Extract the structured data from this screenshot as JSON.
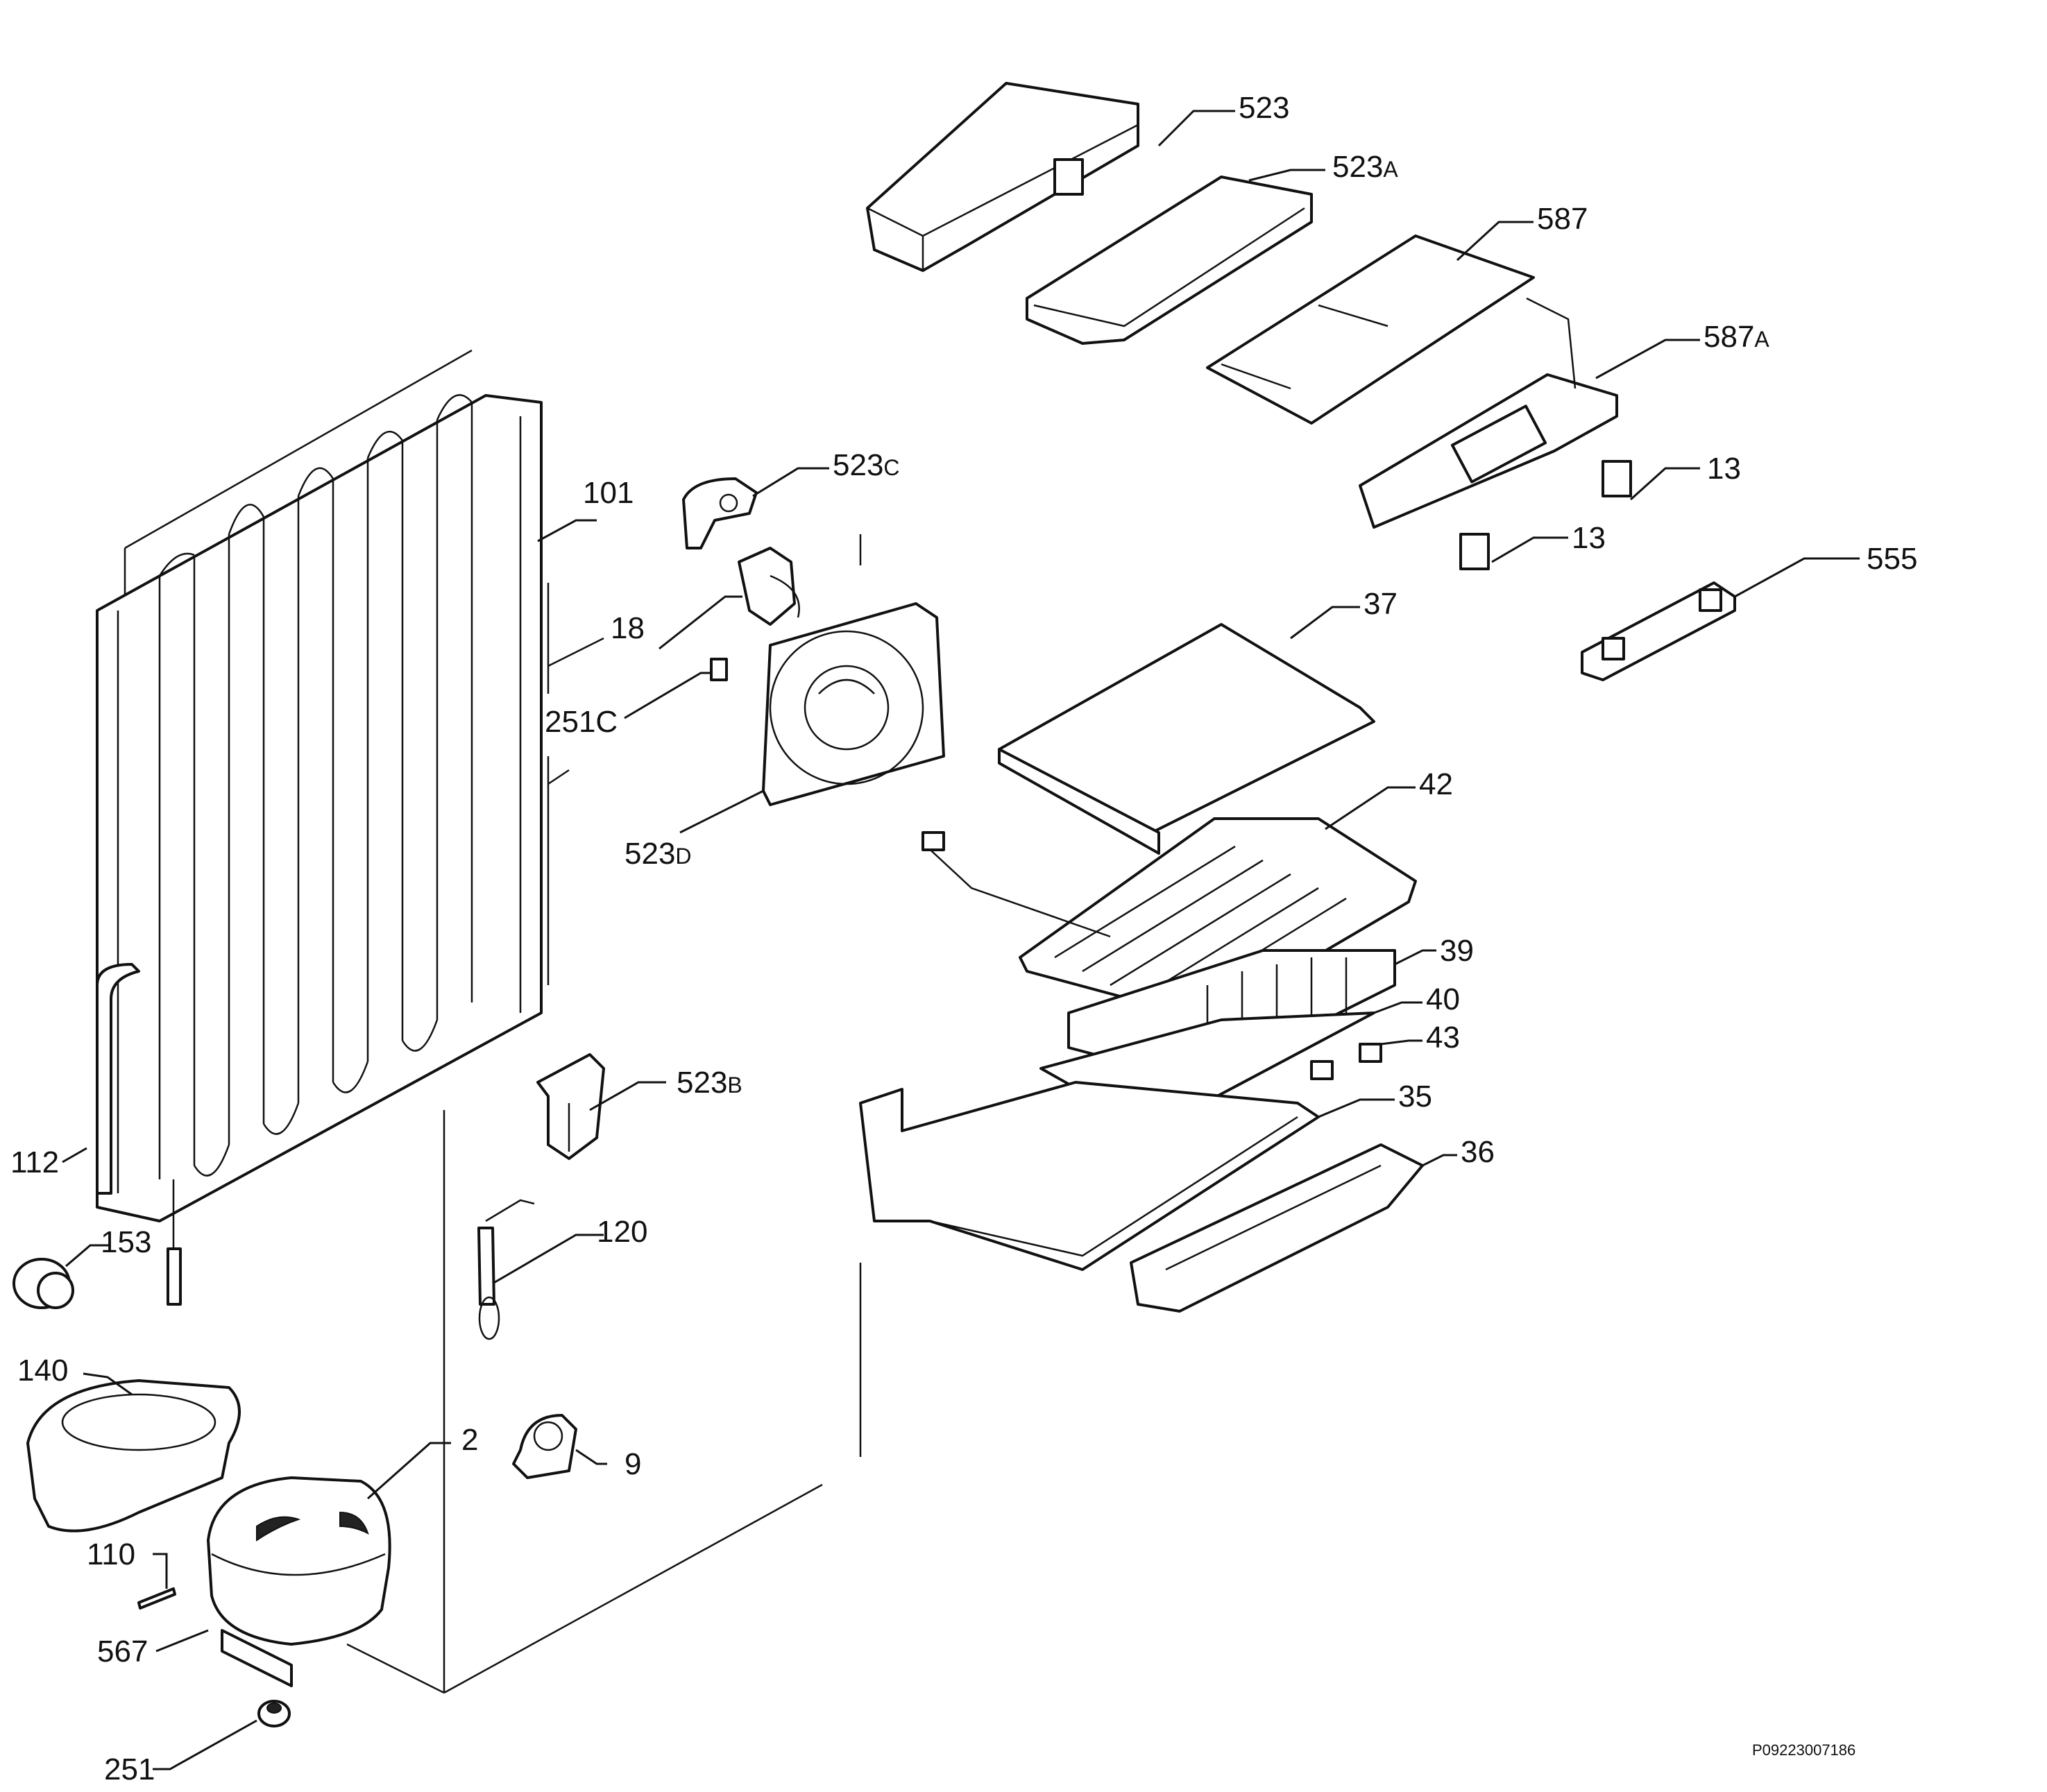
{
  "labels": {
    "l523": "523",
    "l523A": "523",
    "l523A_sfx": "A",
    "l587": "587",
    "l587A": "587",
    "l587A_sfx": "A",
    "l13a": "13",
    "l13b": "13",
    "l555": "555",
    "l101": "101",
    "l523C": "523",
    "l523C_sfx": "C",
    "l18": "18",
    "l251C": "251C",
    "l523D": "523",
    "l523D_sfx": "D",
    "l37": "37",
    "l42": "42",
    "l39": "39",
    "l40": "40",
    "l43": "43",
    "l35": "35",
    "l36": "36",
    "l523B": "523",
    "l523B_sfx": "B",
    "l112": "112",
    "l153": "153",
    "l120": "120",
    "l140": "140",
    "l2": "2",
    "l9": "9",
    "l110": "110",
    "l567": "567",
    "l251": "251"
  },
  "drawing_code": "P09223007186",
  "colors": {
    "ink": "#111111",
    "paper": "#ffffff"
  }
}
